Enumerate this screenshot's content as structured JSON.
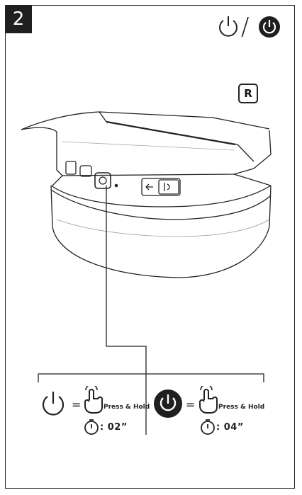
{
  "step": {
    "number": "2"
  },
  "header": {
    "power_symbol_icon": "power-outline-icon",
    "separator": "/",
    "power_filled_icon": "power-filled-icon"
  },
  "side_badge": {
    "label": "R"
  },
  "instructions": [
    {
      "symbol_icon": "power-outline-icon",
      "equals": "=",
      "gesture_icon": "press-hand-icon",
      "gesture_label": "Press & Hold",
      "timer_icon": "stopwatch-icon",
      "duration": ": 02”"
    },
    {
      "symbol_icon": "power-filled-icon",
      "equals": "=",
      "gesture_icon": "press-hand-icon",
      "gesture_label": "Press & Hold",
      "timer_icon": "stopwatch-icon",
      "duration": ": 04”"
    }
  ],
  "colors": {
    "ink": "#1f1f1f",
    "paper": "#ffffff"
  }
}
